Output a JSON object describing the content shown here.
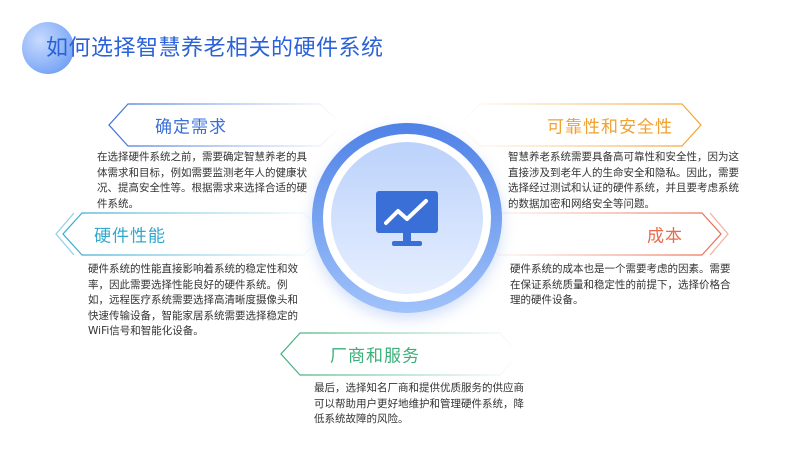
{
  "page": {
    "title": "如何选择智慧养老相关的硬件系统"
  },
  "center": {
    "icon": "monitor-chart-icon"
  },
  "sections": {
    "needs": {
      "label": "确定需求",
      "text": "在选择硬件系统之前，需要确定智慧养老的具体需求和目标，例如需要监测老年人的健康状况、提高安全性等。根据需求来选择合适的硬件系统。",
      "color": "#3a6fd8"
    },
    "reliability": {
      "label": "可靠性和安全性",
      "text": "智慧养老系统需要具备高可靠性和安全性，因为这直接涉及到老年人的生命安全和隐私。因此，需要选择经过测试和认证的硬件系统，并且要考虑系统的数据加密和网络安全等问题。",
      "color": "#f0a22f"
    },
    "performance": {
      "label": "硬件性能",
      "text": "硬件系统的性能直接影响着系统的稳定性和效率，因此需要选择性能良好的硬件系统。例如，远程医疗系统需要选择高清晰度摄像头和快速传输设备，智能家居系统需要选择稳定的WiFi信号和智能化设备。",
      "color": "#33a8cf"
    },
    "cost": {
      "label": "成本",
      "text": "硬件系统的成本也是一个需要考虑的因素。需要在保证系统质量和稳定性的前提下，选择价格合理的硬件设备。",
      "color": "#ea6a4c"
    },
    "vendor": {
      "label": "厂商和服务",
      "text": "最后，选择知名厂商和提供优质服务的供应商可以帮助用户更好地维护和管理硬件系统，降低系统故障的风险。",
      "color": "#3bb07a"
    }
  }
}
